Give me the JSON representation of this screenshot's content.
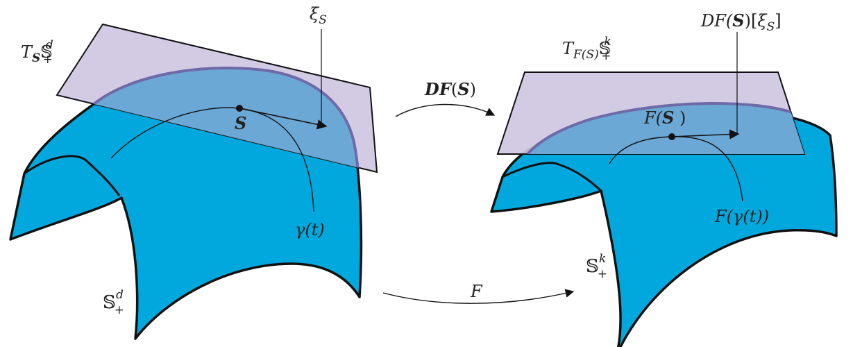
{
  "colors": {
    "manifold_fill": "#00a8dd",
    "plane_fill": "#cfc6e2",
    "overlap_fill": "#6ba8d6",
    "outline": "#111111",
    "boundary_curve": "#6e6aa8",
    "text": "#222222"
  },
  "left": {
    "tangent_space": {
      "T": "T",
      "S": "S",
      "bb": "𝕊",
      "sub": "+",
      "sup": "d"
    },
    "tangent_vector": {
      "xi": "ξ",
      "sub": "S"
    },
    "point": "S",
    "curve": "γ(t)",
    "manifold": {
      "bb": "𝕊",
      "sub": "+",
      "sup": "d"
    }
  },
  "right": {
    "tangent_space": {
      "T": "T",
      "sub": "F(S)",
      "bb": "𝕊",
      "sub2": "+",
      "sup": "k"
    },
    "differential_vector": {
      "pre": "DF(",
      "S": "S",
      "post": ")[",
      "xi": "ξ",
      "sub": "S",
      "end": "]"
    },
    "point": {
      "pre": "F(",
      "S": "S",
      "post": " )"
    },
    "curve": "F(γ(t))",
    "manifold": {
      "bb": "𝕊",
      "sub": "+",
      "sup": "k"
    }
  },
  "arrows": {
    "differential": {
      "DF": "DF",
      "open": "(",
      "S": "S",
      "close": ")"
    },
    "map": "F"
  }
}
